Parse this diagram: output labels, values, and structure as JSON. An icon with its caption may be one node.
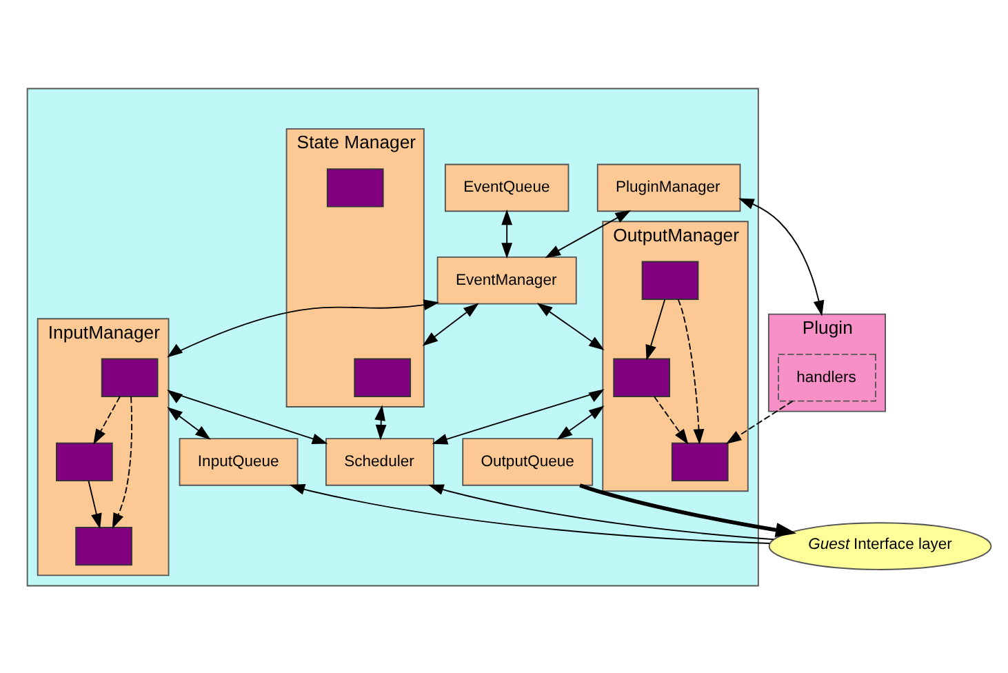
{
  "diagram": {
    "nodes": [
      {
        "text": [],
        "shape": "box"
      },
      {
        "text": [
          "EventQueue"
        ],
        "in": 0
      },
      {
        "text": [
          "PluginManager"
        ],
        "in": 0
      },
      {
        "text": [
          "EventManager"
        ],
        "in": 0
      },
      {
        "text": [
          "InputManager"
        ],
        "in": 0
      },
      {
        "text": [],
        "shape": "box",
        "in": 4
      },
      {
        "text": [],
        "shape": "box",
        "in": 4
      },
      {
        "text": [],
        "shape": "box",
        "in": 4
      },
      {
        "text": [
          "State Manager"
        ],
        "in": 0
      },
      {
        "text": [],
        "shape": "box",
        "in": 8
      },
      {
        "text": [],
        "shape": "box",
        "in": 8
      },
      {
        "text": [
          "OutputManager"
        ],
        "in": 0
      },
      {
        "text": [],
        "shape": "box",
        "in": 11
      },
      {
        "text": [],
        "shape": "box",
        "in": 11
      },
      {
        "text": [],
        "shape": "box",
        "in": 11
      },
      {
        "text": [
          "InputQueue"
        ],
        "in": 0
      },
      {
        "text": [
          "Scheduler"
        ],
        "in": 0
      },
      {
        "text": [
          "OutputQueue"
        ],
        "in": 0
      },
      {
        "text": [
          "Plugin"
        ]
      },
      {
        "text": [
          "handlers"
        ],
        "in": 18
      },
      {
        "text": [
          "*Guest* Interface layer"
        ]
      }
    ],
    "edges": [
      {
        "from": 1,
        "to": 3,
        "arrow": "both"
      },
      {
        "from": 2,
        "to": 3,
        "arrow": "both"
      },
      {
        "from": 2,
        "to": 18,
        "arrow": "both"
      },
      {
        "from": 3,
        "to": 4,
        "arrow": "both"
      },
      {
        "from": 3,
        "to": 8,
        "arrow": "both"
      },
      {
        "from": 3,
        "to": 11,
        "arrow": "both"
      },
      {
        "from": 5,
        "to": 6,
        "arrow": "to",
        "style": "dashed"
      },
      {
        "from": 5,
        "to": 7,
        "arrow": "to",
        "style": "dashed"
      },
      {
        "from": 6,
        "to": 7,
        "arrow": "to"
      },
      {
        "from": 12,
        "to": 13,
        "arrow": "to",
        "style": "dashed"
      },
      {
        "from": 14,
        "to": 12,
        "arrow": "to"
      },
      {
        "from": 14,
        "to": 13,
        "arrow": "to",
        "style": "dashed"
      },
      {
        "from": 19,
        "to": 13,
        "arrow": "to",
        "style": "dashed"
      },
      {
        "from": 4,
        "to": 15,
        "arrow": "both"
      },
      {
        "from": 4,
        "to": 16,
        "arrow": "both"
      },
      {
        "from": 8,
        "to": 16,
        "arrow": "both"
      },
      {
        "from": 11,
        "to": 16,
        "arrow": "both"
      },
      {
        "from": 11,
        "to": 17,
        "arrow": "both"
      },
      {
        "from": 20,
        "to": 15,
        "arrow": "to"
      },
      {
        "from": 20,
        "to": 16,
        "arrow": "to"
      },
      {
        "from": 17,
        "to": 20,
        "arrow": "to",
        "style": "thick"
      }
    ]
  }
}
